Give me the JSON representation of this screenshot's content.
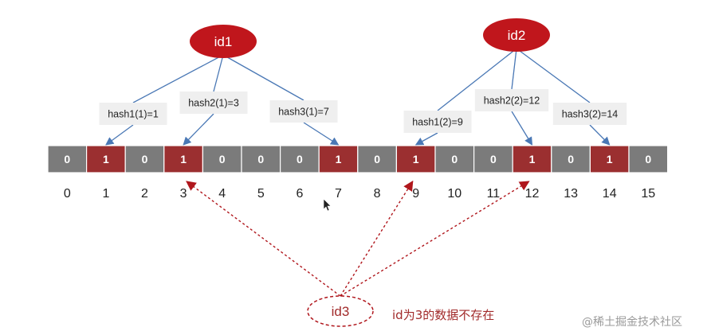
{
  "bits": [
    "0",
    "1",
    "0",
    "1",
    "0",
    "0",
    "0",
    "1",
    "0",
    "1",
    "0",
    "0",
    "1",
    "0",
    "1",
    "0"
  ],
  "indices": [
    "0",
    "1",
    "2",
    "3",
    "4",
    "5",
    "6",
    "7",
    "8",
    "9",
    "10",
    "11",
    "12",
    "13",
    "14",
    "15"
  ],
  "colors": {
    "zero_cell": "#7b7b7b",
    "one_cell": "#9b2f30",
    "ellipse": "#c0161c",
    "arrow": "#4a78b5",
    "dashed": "#b0161c",
    "label_box": "#efefef"
  },
  "nodes": {
    "id1": {
      "label": "id1"
    },
    "id2": {
      "label": "id2"
    },
    "id3": {
      "label": "id3"
    }
  },
  "hashes": [
    {
      "label": "hash1(1)=1",
      "source": "id1",
      "target_index": 1
    },
    {
      "label": "hash2(1)=3",
      "source": "id1",
      "target_index": 3
    },
    {
      "label": "hash3(1)=7",
      "source": "id1",
      "target_index": 7
    },
    {
      "label": "hash1(2)=9",
      "source": "id2",
      "target_index": 9
    },
    {
      "label": "hash2(2)=12",
      "source": "id2",
      "target_index": 12
    },
    {
      "label": "hash3(2)=14",
      "source": "id2",
      "target_index": 14
    }
  ],
  "queries": [
    {
      "source": "id3",
      "target_index": 3
    },
    {
      "source": "id3",
      "target_index": 9
    },
    {
      "source": "id3",
      "target_index": 12
    }
  ],
  "note": "id为3的数据不存在",
  "watermark": "@稀土掘金技术社区"
}
